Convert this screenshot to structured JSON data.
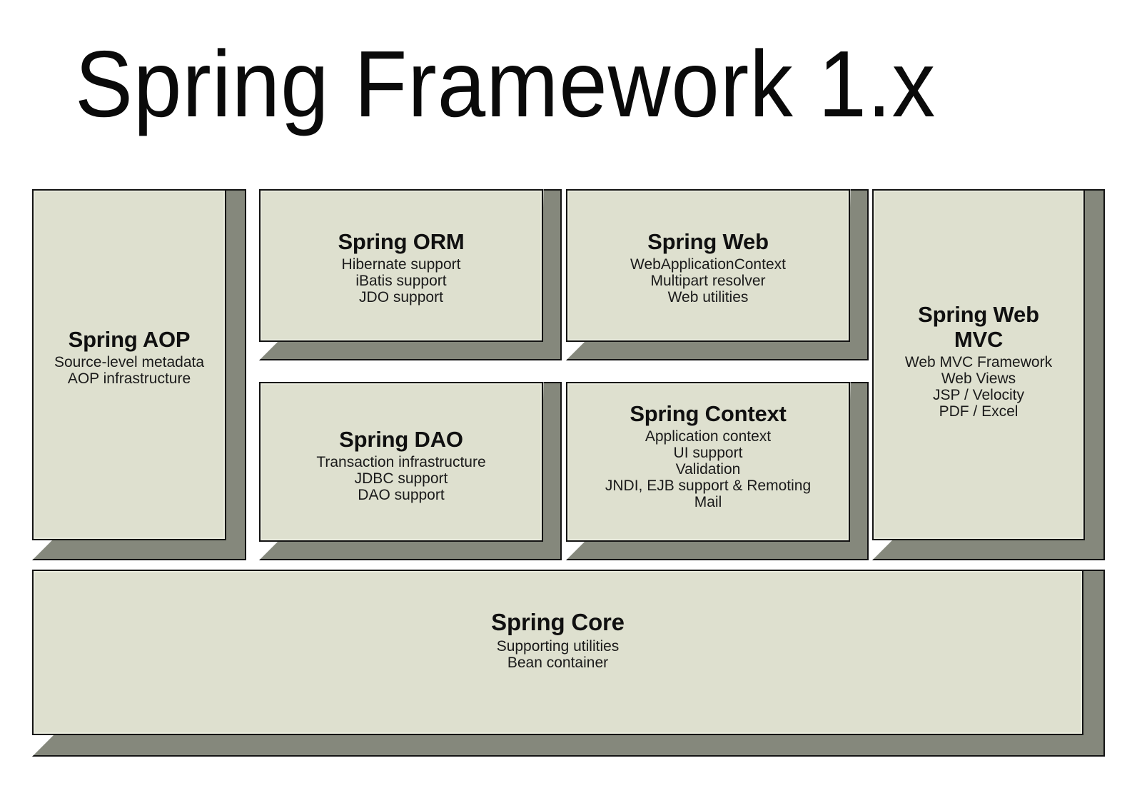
{
  "page": {
    "title": "Spring Framework 1.x",
    "background_color": "#ffffff"
  },
  "style": {
    "box_face_color": "#dee0cf",
    "box_shadow_color": "#85887c",
    "box_border_color": "#131313",
    "text_color": "#101010"
  },
  "diagram": {
    "type": "layered-architecture",
    "modules": [
      {
        "id": "spring-aop",
        "title": "Spring AOP",
        "lines": [
          "Source-level metadata",
          "AOP infrastructure"
        ]
      },
      {
        "id": "spring-orm",
        "title": "Spring ORM",
        "lines": [
          "Hibernate support",
          "iBatis support",
          "JDO support"
        ]
      },
      {
        "id": "spring-web",
        "title": "Spring Web",
        "lines": [
          "WebApplicationContext",
          "Multipart resolver",
          "Web utilities"
        ]
      },
      {
        "id": "spring-web-mvc",
        "title": "Spring Web",
        "title2": "MVC",
        "lines": [
          "Web MVC Framework",
          "Web Views",
          "JSP / Velocity",
          "PDF / Excel"
        ]
      },
      {
        "id": "spring-dao",
        "title": "Spring DAO",
        "lines": [
          "Transaction infrastructure",
          "JDBC support",
          "DAO support"
        ]
      },
      {
        "id": "spring-context",
        "title": "Spring Context",
        "lines": [
          "Application context",
          "UI support",
          "Validation",
          "JNDI, EJB support & Remoting",
          "Mail"
        ]
      },
      {
        "id": "spring-core",
        "title": "Spring Core",
        "lines": [
          "Supporting utilities",
          "Bean container"
        ]
      }
    ]
  }
}
